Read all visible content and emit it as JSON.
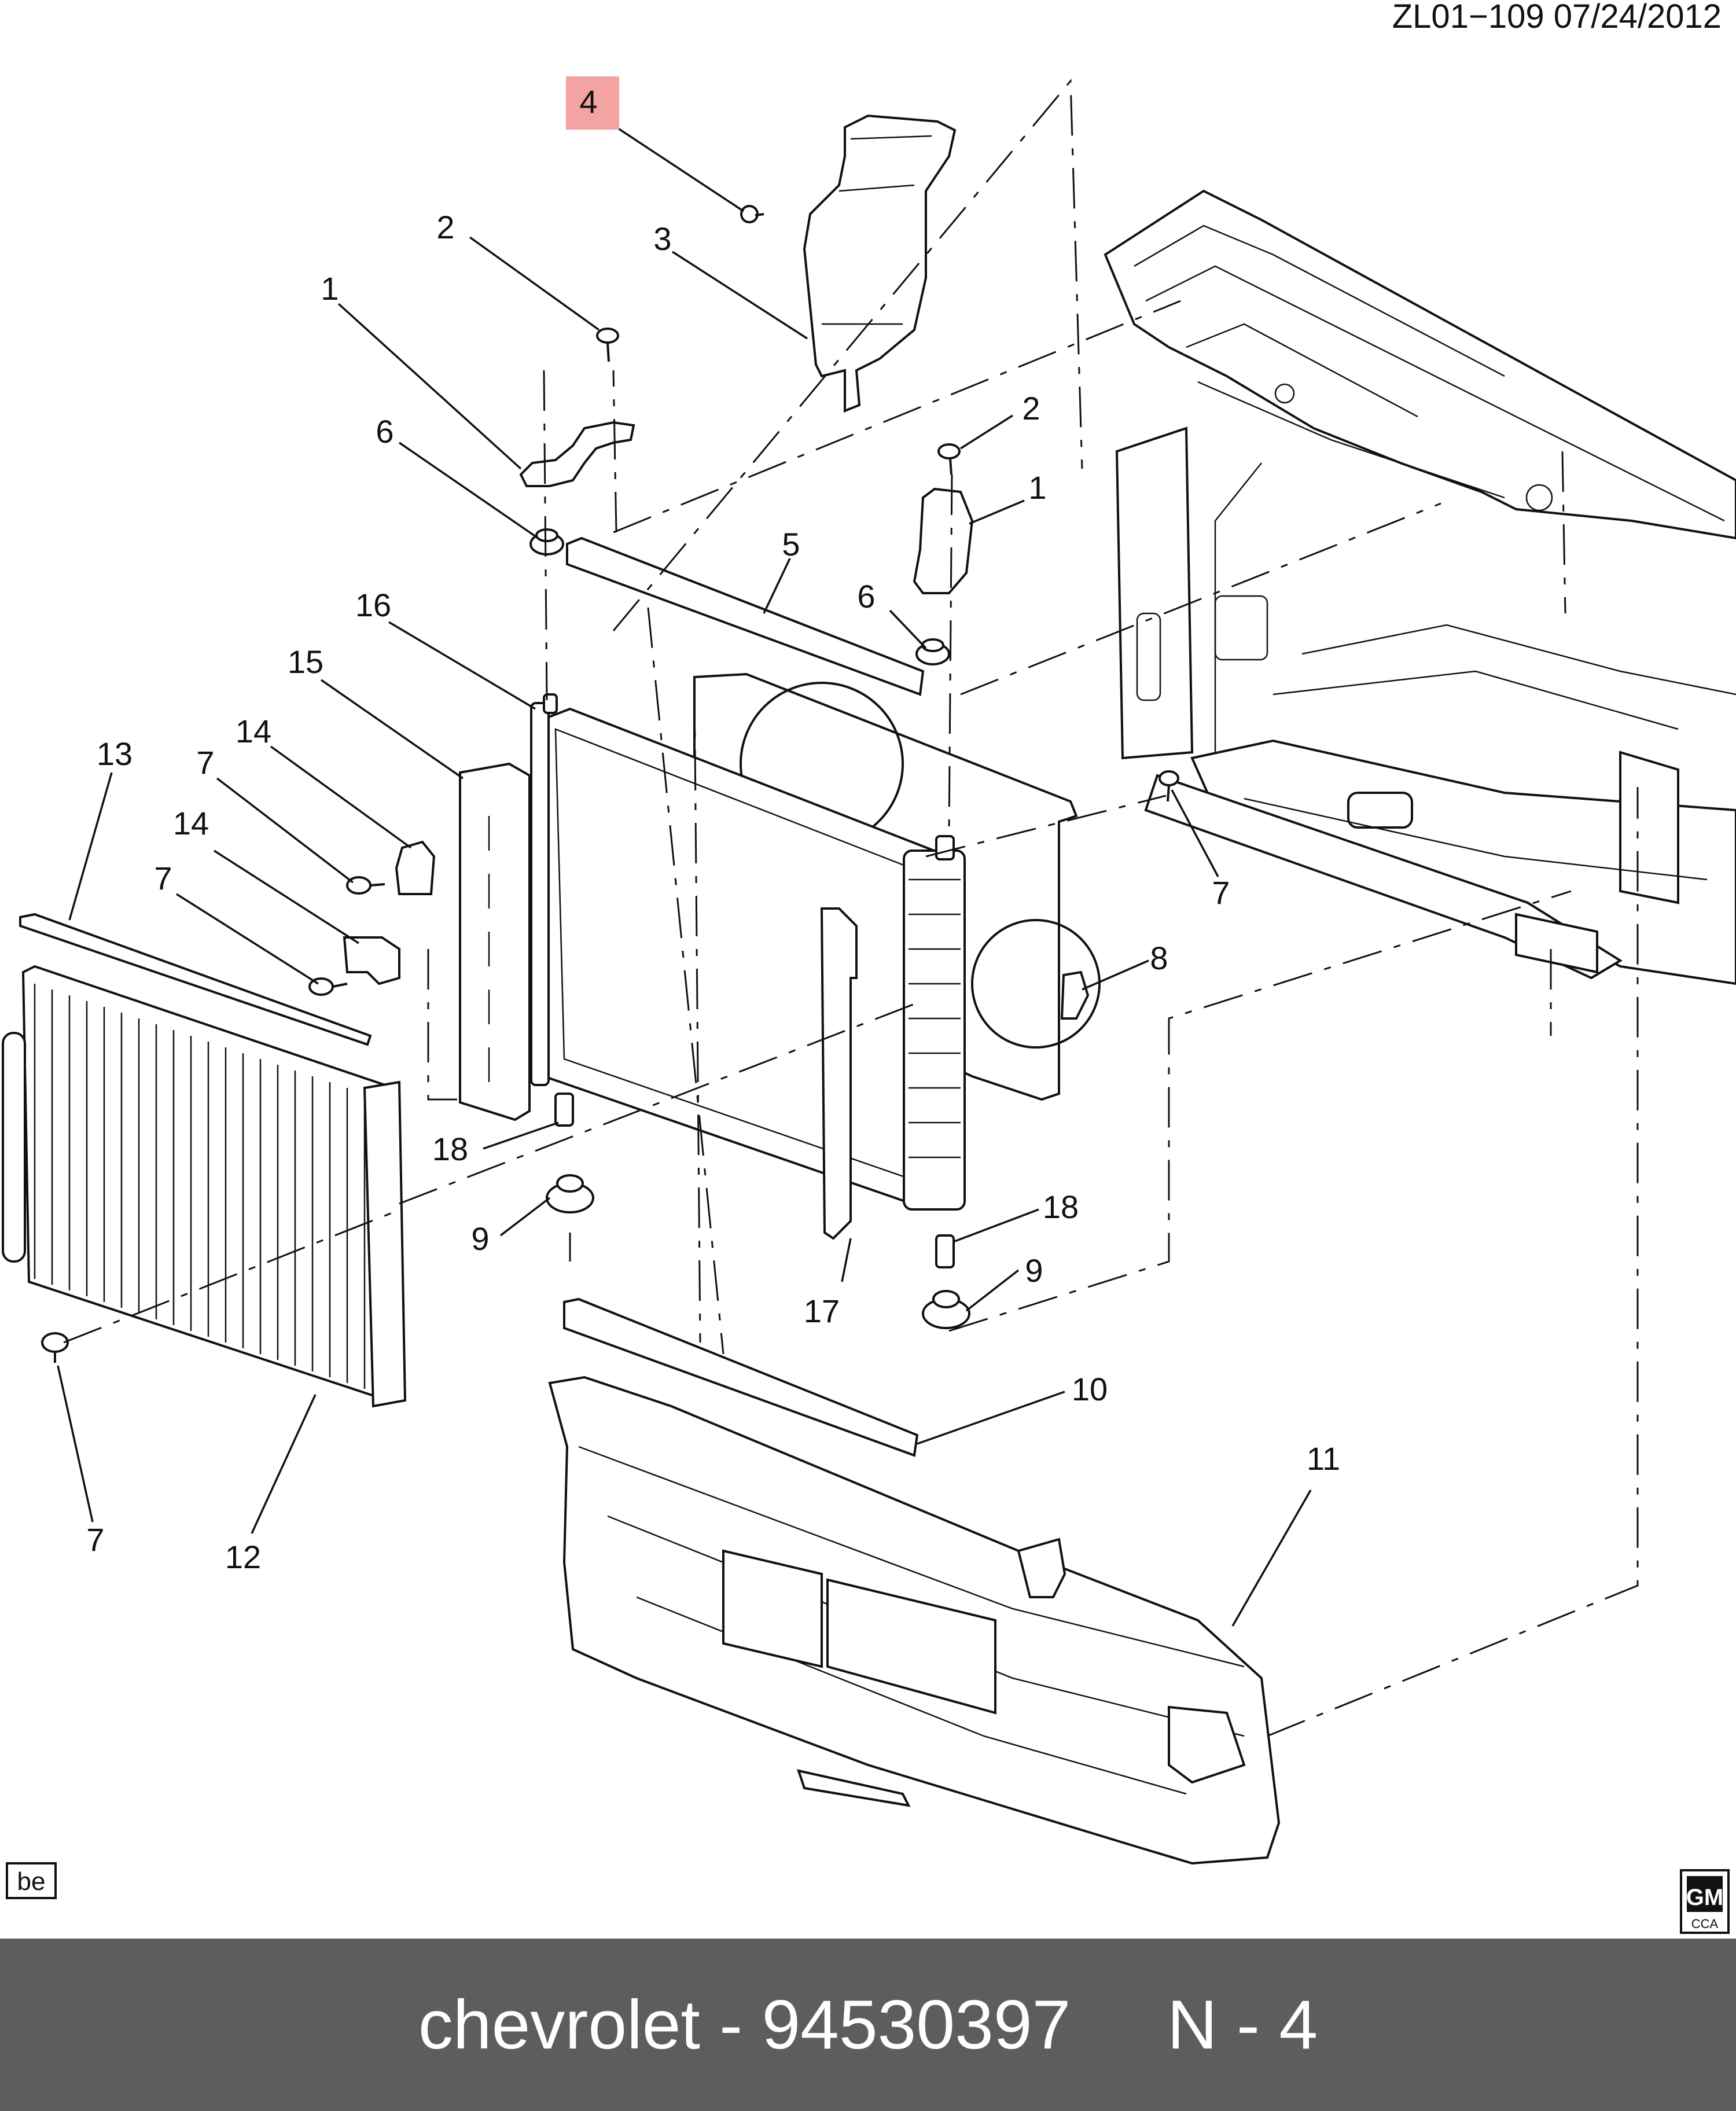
{
  "diagram": {
    "ref_code": "ZL01−109  07/24/2012",
    "corner_tag": "be",
    "logo_text": "GM",
    "logo_subtext": "CCA",
    "highlight_color": "#f4a3a3",
    "callouts": {
      "c4": "4",
      "c2a": "2",
      "c3": "3",
      "c1a": "1",
      "c6a": "6",
      "c2b": "2",
      "c1b": "1",
      "c5": "5",
      "c6b": "6",
      "c16": "16",
      "c15": "15",
      "c13": "13",
      "c14a": "14",
      "c7a": "7",
      "c14b": "14",
      "c7b": "7",
      "c7c": "7",
      "c8": "8",
      "c18a": "18",
      "c9a": "9",
      "c18b": "18",
      "c9b": "9",
      "c17": "17",
      "c10": "10",
      "c11": "11",
      "c7d": "7",
      "c12": "12"
    }
  },
  "footer": {
    "caption": "chevrolet - 94530397     N - 4",
    "background": "#5d5d5d"
  }
}
